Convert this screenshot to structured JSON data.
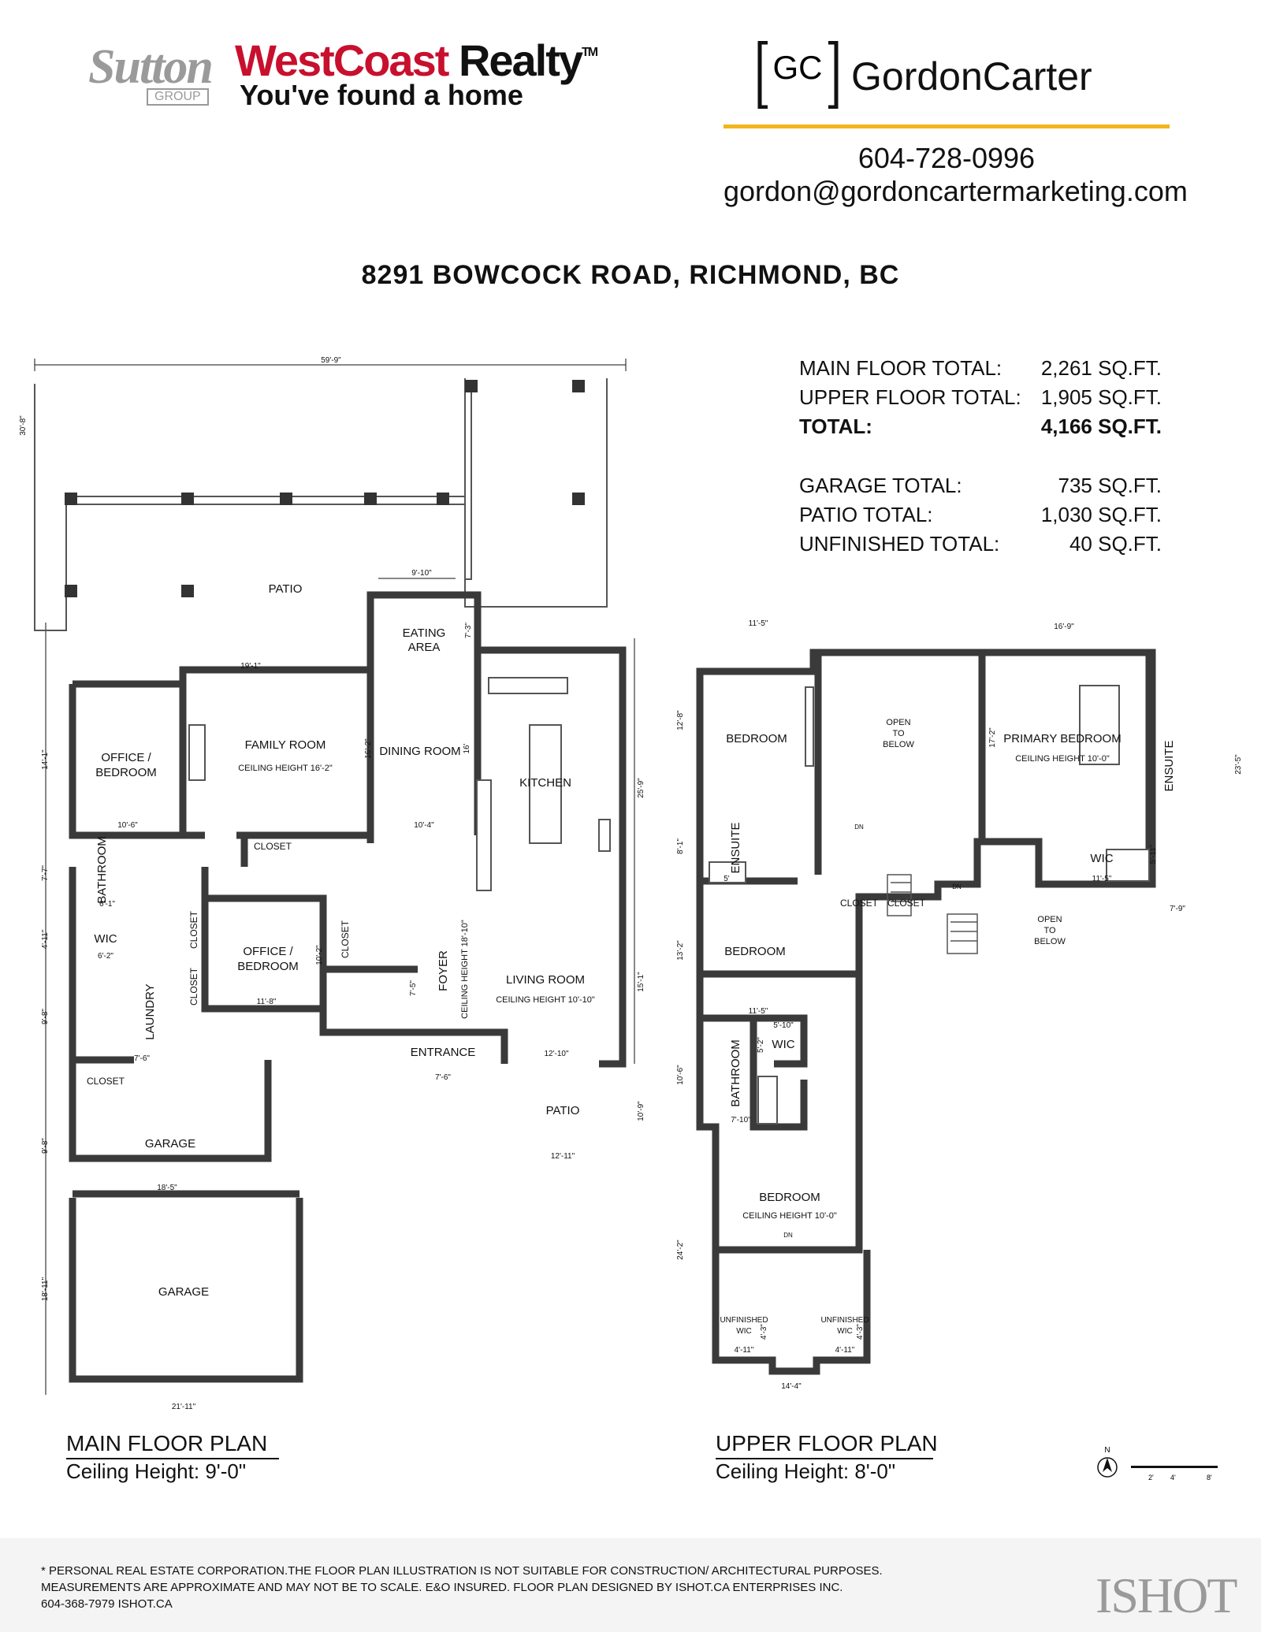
{
  "header": {
    "sutton_word": "Sutton",
    "sutton_group": "GROUP",
    "brand_red": "WestCoast",
    "brand_black": "Realty",
    "brand_tm": "TM",
    "tagline": "You've found a home",
    "agent_initials": "GC",
    "agent_name": "GordonCarter",
    "phone": "604-728-0996",
    "email": "gordon@gordoncartermarketing.com",
    "accent_color": "#f2b51b",
    "brand_color": "#c8102e"
  },
  "address": "8291 BOWCOCK ROAD, RICHMOND, BC",
  "totals": [
    {
      "label": "MAIN FLOOR TOTAL:",
      "value": "2,261 SQ.FT.",
      "bold": false
    },
    {
      "label": "UPPER FLOOR TOTAL:",
      "value": "1,905 SQ.FT.",
      "bold": false
    },
    {
      "label": "TOTAL:",
      "value": "4,166 SQ.FT.",
      "bold": true
    }
  ],
  "totals_other": [
    {
      "label": "GARAGE TOTAL:",
      "value": "735 SQ.FT."
    },
    {
      "label": "PATIO TOTAL:",
      "value": "1,030 SQ.FT."
    },
    {
      "label": "UNFINISHED TOTAL:",
      "value": "40 SQ.FT."
    }
  ],
  "main_plan": {
    "title": "MAIN FLOOR PLAN",
    "ceiling": "Ceiling Height: 9'-0\"",
    "rooms": {
      "patio_top": "PATIO",
      "eating_area": "EATING",
      "eating_area2": "AREA",
      "family_room": "FAMILY ROOM",
      "family_ceiling": "CEILING HEIGHT 16'-2\"",
      "dining_room": "DINING ROOM",
      "kitchen": "KITCHEN",
      "office1": "OFFICE /",
      "office1b": "BEDROOM",
      "closet_main": "CLOSET",
      "bathroom": "BATHROOM",
      "wic": "WIC",
      "office2": "OFFICE /",
      "office2b": "BEDROOM",
      "closet_a": "CLOSET",
      "closet_b": "CLOSET",
      "closet_c": "CLOSET",
      "laundry": "LAUNDRY",
      "foyer": "FOYER",
      "foyer_ceiling": "CEILING HEIGHT 18'-10\"",
      "living_room": "LIVING ROOM",
      "living_ceiling": "CEILING HEIGHT 10'-10\"",
      "entrance": "ENTRANCE",
      "closet_garage": "CLOSET",
      "patio_front": "PATIO",
      "garage1": "GARAGE",
      "garage2": "GARAGE"
    },
    "dims": {
      "overall": "59'-9\"",
      "patio_depth": "30'-8\"",
      "eating_w": "9'-10\"",
      "eating_d": "7'-3\"",
      "family_w": "19'-1\"",
      "family_d": "16'-2\"",
      "dining_d": "16'",
      "dining_w": "10'-4\"",
      "office_d": "14'-1\"",
      "office_w": "10'-6\"",
      "bath_d": "7'-7\"",
      "bath_w": "6'-1\"",
      "wic_d": "4'-11\"",
      "wic_w": "6'-2\"",
      "kitchen_d": "25'-9\"",
      "office2_d": "10'-2\"",
      "office2_w": "11'-8\"",
      "foyer_d": "7'-5\"",
      "living_d": "15'-1\"",
      "living_w": "12'-10\"",
      "laundry_d": "9'-8\"",
      "laundry_w": "7'-6\"",
      "entrance_w": "7'-6\"",
      "patio_front_d": "10'-9\"",
      "patio_front_w": "12'-11\"",
      "garage1_d": "9'-8\"",
      "garage1_w": "18'-5\"",
      "garage2_d": "18'-11\"",
      "garage2_w": "21'-11\""
    }
  },
  "upper_plan": {
    "title": "UPPER FLOOR PLAN",
    "ceiling": "Ceiling Height: 8'-0\"",
    "rooms": {
      "bedroom1": "BEDROOM",
      "open_below1a": "OPEN",
      "open_below1b": "TO",
      "open_below1c": "BELOW",
      "primary": "PRIMARY BEDROOM",
      "primary_ceiling": "CEILING HEIGHT 10'-0\"",
      "ensuite1": "ENSUITE",
      "ensuite2": "ENSUITE",
      "wic1": "WIC",
      "closet1": "CLOSET",
      "closet2": "CLOSET",
      "open_below2a": "OPEN",
      "open_below2b": "TO",
      "open_below2c": "BELOW",
      "bedroom2": "BEDROOM",
      "wic2": "WIC",
      "bathroom": "BATHROOM",
      "bedroom3": "BEDROOM",
      "bedroom3_ceiling": "CEILING HEIGHT 10'-0\"",
      "unf1a": "UNFINISHED",
      "unf1b": "WIC",
      "unf2a": "UNFINISHED",
      "unf2b": "WIC",
      "dn1": "DN",
      "dn2": "DN",
      "dn3": "DN"
    },
    "dims": {
      "bed1_w": "11'-5\"",
      "bed1_d": "12'-8\"",
      "primary_w": "16'-9\"",
      "primary_d": "17'-2\"",
      "ensuite_d": "23'-5\"",
      "wic_w": "11'-5\"",
      "wic_d": "5'-11\"",
      "ensuite_w": "7'-9\"",
      "ens2_d": "8'-1\"",
      "ens2_w": "5'",
      "bed2_d": "13'-2\"",
      "bed2_w": "11'-5\"",
      "wic2_w": "5'-10\"",
      "wic2_d": "5'-2\"",
      "bath_d": "10'-6\"",
      "bath_w": "7'-10\"",
      "bed3_d": "24'-2\"",
      "unf_w1": "4'-11\"",
      "unf_w2": "4'-11\"",
      "unf_d1": "4'-3\"",
      "unf_d2": "4'-3\"",
      "bay_w": "14'-4\""
    }
  },
  "scale": {
    "north": "N",
    "s1": "2'",
    "s2": "4'",
    "s3": "8'"
  },
  "footer": {
    "line1": "* PERSONAL REAL ESTATE CORPORATION.THE FLOOR PLAN ILLUSTRATION IS NOT SUITABLE FOR CONSTRUCTION/ ARCHITECTURAL PURPOSES.",
    "line2": "MEASUREMENTS ARE APPROXIMATE AND MAY NOT BE TO SCALE. E&O INSURED. FLOOR PLAN DESIGNED BY ISHOT.CA ENTERPRISES INC.",
    "line3": "604-368-7979  ISHOT.CA",
    "logo": "ISHOT"
  }
}
